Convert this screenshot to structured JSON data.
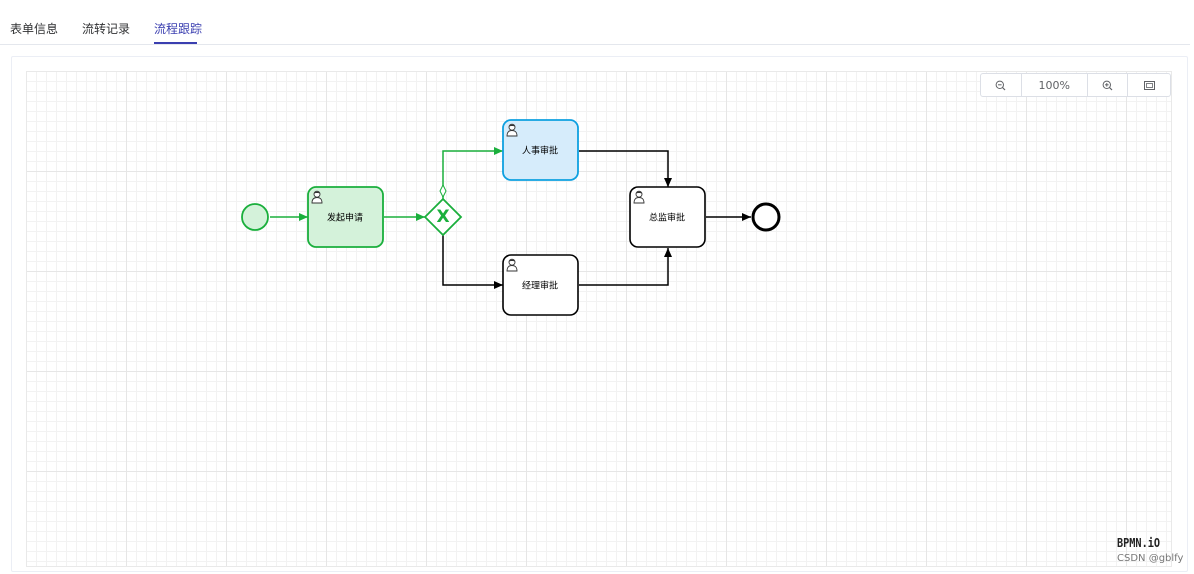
{
  "tabs": [
    {
      "label": "表单信息",
      "active": false
    },
    {
      "label": "流转记录",
      "active": false
    },
    {
      "label": "流程跟踪",
      "active": true
    }
  ],
  "zoom": {
    "zoom_out_icon": "zoom-out-icon",
    "level": "100%",
    "zoom_in_icon": "zoom-in-icon",
    "fit_icon": "fit-viewport-icon"
  },
  "diagram": {
    "tasks": {
      "apply": "发起申请",
      "hr": "人事审批",
      "manager": "经理审批",
      "director": "总监审批"
    },
    "gateway_symbol": "X",
    "colors": {
      "completed_stroke": "#1aaf3c",
      "completed_fill": "#d4f2da",
      "current_stroke": "#0ea0e0",
      "current_fill": "#d6ecfb",
      "pending_stroke": "#000000"
    }
  },
  "branding": {
    "logo": "BPMN.iO",
    "watermark": "CSDN @gblfy"
  }
}
